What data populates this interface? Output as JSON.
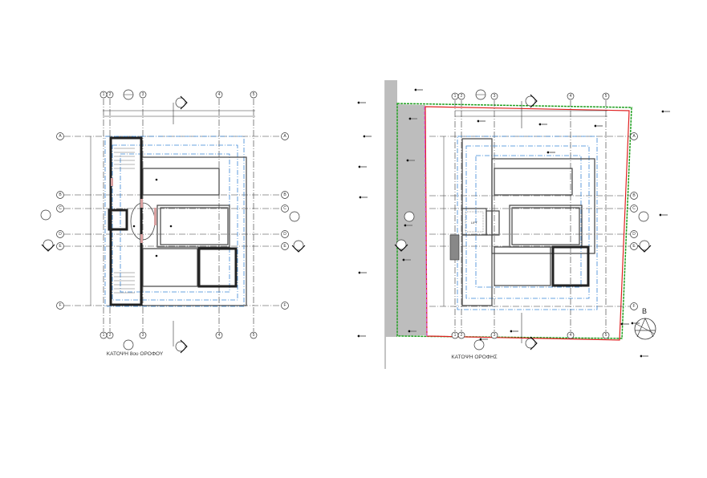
{
  "drawings": [
    {
      "title": "ΚΑΤΟΨΗ 8ου ΟΡΟΦΟΥ"
    },
    {
      "title": "ΚΑΤΟΨΗ ΟΡΟΦΗΣ",
      "lift_label": "LIFT",
      "north_label": "B"
    }
  ],
  "grid": {
    "rows": [
      "A",
      "B",
      "C",
      "D",
      "E",
      "F"
    ],
    "cols": [
      "1",
      "2",
      "3",
      "4",
      "5"
    ]
  },
  "colors": {
    "site_boundary": "#22a022",
    "plot_boundary": "#e02020",
    "setback_lines": "#3a86d6",
    "road": "#bdbdbd"
  }
}
